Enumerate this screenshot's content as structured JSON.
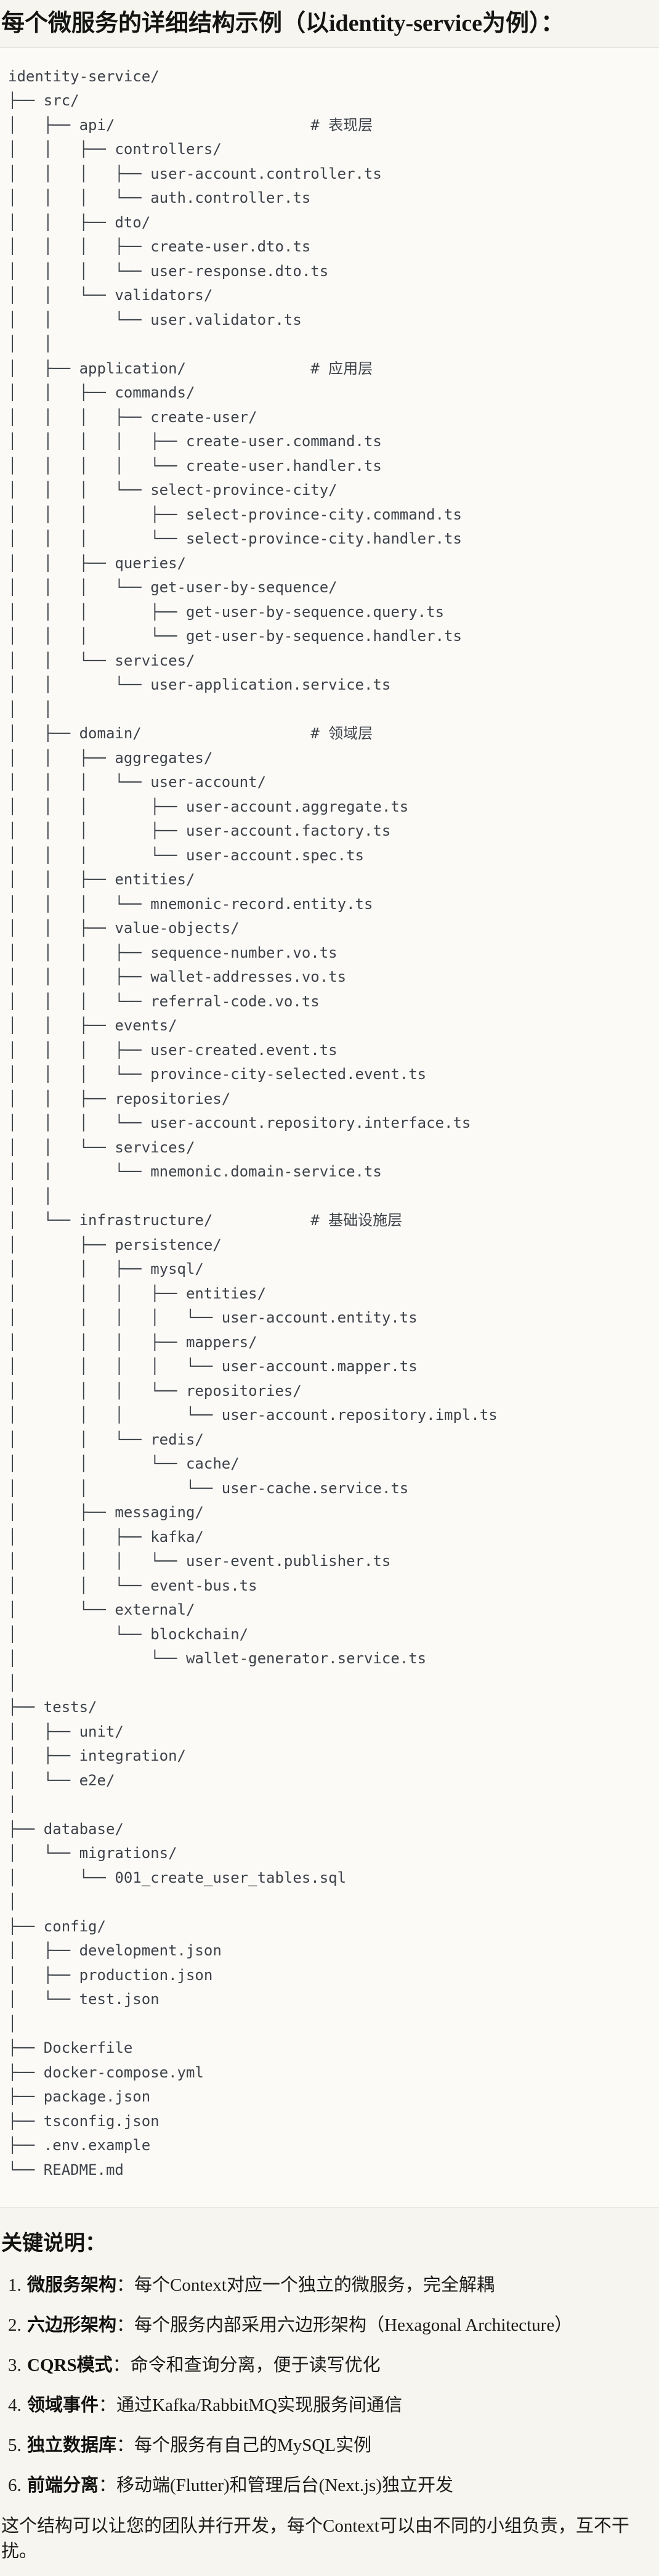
{
  "page": {
    "title": "每个微服务的详细结构示例（以identity-service为例）："
  },
  "colors": {
    "page_background": "#F7F5F0",
    "code_background": "#FBFAF7",
    "code_border": "#DEDCD3",
    "code_text": "#3D4249",
    "body_text": "#1b1b1a"
  },
  "code_block": {
    "tree_lines": [
      "identity-service/",
      "├── src/",
      "│   ├── api/                      # 表现层",
      "│   │   ├── controllers/",
      "│   │   │   ├── user-account.controller.ts",
      "│   │   │   └── auth.controller.ts",
      "│   │   ├── dto/",
      "│   │   │   ├── create-user.dto.ts",
      "│   │   │   └── user-response.dto.ts",
      "│   │   └── validators/",
      "│   │       └── user.validator.ts",
      "│   │",
      "│   ├── application/              # 应用层",
      "│   │   ├── commands/",
      "│   │   │   ├── create-user/",
      "│   │   │   │   ├── create-user.command.ts",
      "│   │   │   │   └── create-user.handler.ts",
      "│   │   │   └── select-province-city/",
      "│   │   │       ├── select-province-city.command.ts",
      "│   │   │       └── select-province-city.handler.ts",
      "│   │   ├── queries/",
      "│   │   │   └── get-user-by-sequence/",
      "│   │   │       ├── get-user-by-sequence.query.ts",
      "│   │   │       └── get-user-by-sequence.handler.ts",
      "│   │   └── services/",
      "│   │       └── user-application.service.ts",
      "│   │",
      "│   ├── domain/                   # 领域层",
      "│   │   ├── aggregates/",
      "│   │   │   └── user-account/",
      "│   │   │       ├── user-account.aggregate.ts",
      "│   │   │       ├── user-account.factory.ts",
      "│   │   │       └── user-account.spec.ts",
      "│   │   ├── entities/",
      "│   │   │   └── mnemonic-record.entity.ts",
      "│   │   ├── value-objects/",
      "│   │   │   ├── sequence-number.vo.ts",
      "│   │   │   ├── wallet-addresses.vo.ts",
      "│   │   │   └── referral-code.vo.ts",
      "│   │   ├── events/",
      "│   │   │   ├── user-created.event.ts",
      "│   │   │   └── province-city-selected.event.ts",
      "│   │   ├── repositories/",
      "│   │   │   └── user-account.repository.interface.ts",
      "│   │   └── services/",
      "│   │       └── mnemonic.domain-service.ts",
      "│   │",
      "│   └── infrastructure/           # 基础设施层",
      "│       ├── persistence/",
      "│       │   ├── mysql/",
      "│       │   │   ├── entities/",
      "│       │   │   │   └── user-account.entity.ts",
      "│       │   │   ├── mappers/",
      "│       │   │   │   └── user-account.mapper.ts",
      "│       │   │   └── repositories/",
      "│       │   │       └── user-account.repository.impl.ts",
      "│       │   └── redis/",
      "│       │       └── cache/",
      "│       │           └── user-cache.service.ts",
      "│       ├── messaging/",
      "│       │   ├── kafka/",
      "│       │   │   └── user-event.publisher.ts",
      "│       │   └── event-bus.ts",
      "│       └── external/",
      "│           └── blockchain/",
      "│               └── wallet-generator.service.ts",
      "│",
      "├── tests/",
      "│   ├── unit/",
      "│   ├── integration/",
      "│   └── e2e/",
      "│",
      "├── database/",
      "│   └── migrations/",
      "│       └── 001_create_user_tables.sql",
      "│",
      "├── config/",
      "│   ├── development.json",
      "│   ├── production.json",
      "│   └── test.json",
      "│",
      "├── Dockerfile",
      "├── docker-compose.yml",
      "├── package.json",
      "├── tsconfig.json",
      "├── .env.example",
      "└── README.md"
    ]
  },
  "notes": {
    "heading": "关键说明：",
    "items": [
      {
        "label": "微服务架构",
        "text": "：每个Context对应一个独立的微服务，完全解耦"
      },
      {
        "label": "六边形架构",
        "text": "：每个服务内部采用六边形架构（Hexagonal Architecture）"
      },
      {
        "label": "CQRS模式",
        "text": "：命令和查询分离，便于读写优化"
      },
      {
        "label": "领域事件",
        "text": "：通过Kafka/RabbitMQ实现服务间通信"
      },
      {
        "label": "独立数据库",
        "text": "：每个服务有自己的MySQL实例"
      },
      {
        "label": "前端分离",
        "text": "：移动端(Flutter)和管理后台(Next.js)独立开发"
      }
    ],
    "footer": "这个结构可以让您的团队并行开发，每个Context可以由不同的小组负责，互不干扰。"
  }
}
